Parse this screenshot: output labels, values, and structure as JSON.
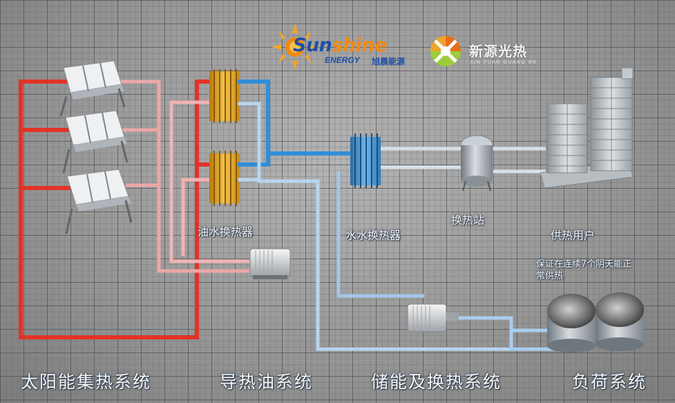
{
  "logos": {
    "sunshine": {
      "word_sun": "Sun",
      "word_shine": "shine",
      "energy": "ENERGY",
      "cn": "旭晨能源",
      "color_blue": "#1e4fa8",
      "color_orange": "#f08a12"
    },
    "xinyuan": {
      "cn": "新源光热",
      "pinyin": "XIN YUAN GUANG RE"
    }
  },
  "component_labels": {
    "oil_water_hx": "油水换热器",
    "water_water_hx": "水水换热器",
    "heat_station": "换热站",
    "heat_users": "供热用户"
  },
  "note": "保证在连续7个阴天能正常供热",
  "system_labels": {
    "solar": "太阳能集热系统",
    "oil": "导热油系统",
    "storage": "储能及换热系统",
    "load": "负荷系统"
  },
  "colors": {
    "hot_pipe": "#e8322a",
    "warm_pipe": "#f0a0a0",
    "blue_pipe": "#2f8fd8",
    "light_blue_pipe": "#a9cdee",
    "label_text": "#f4f6f8"
  }
}
